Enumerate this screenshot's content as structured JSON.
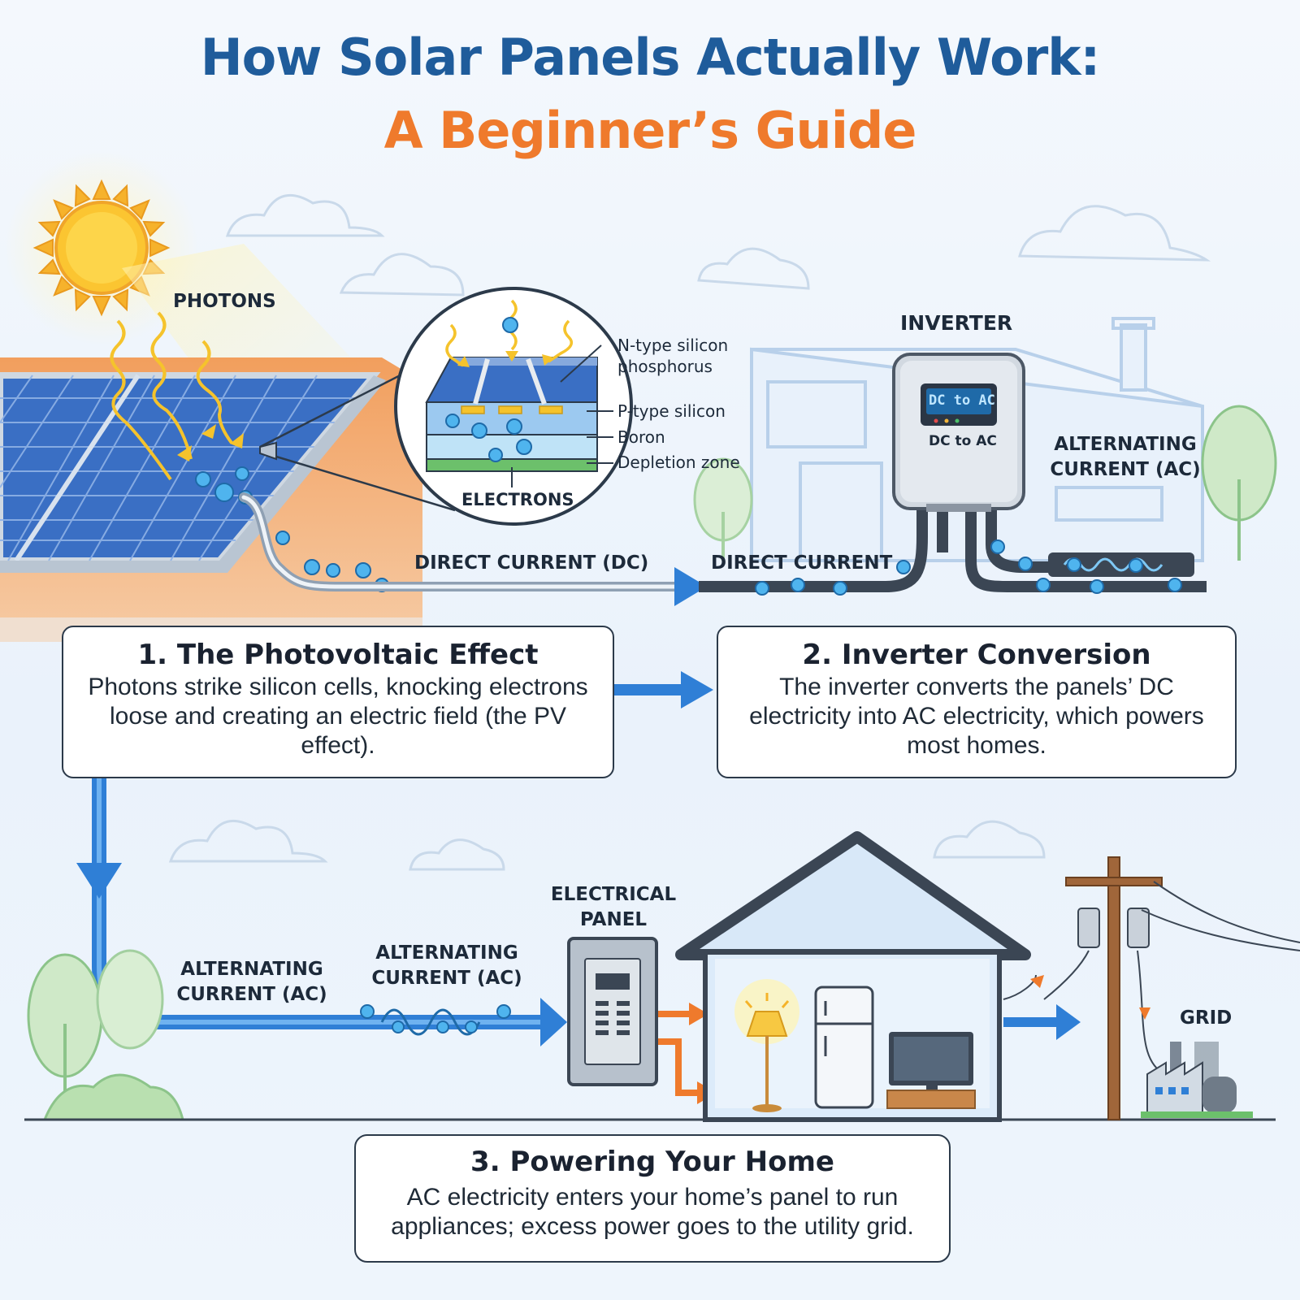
{
  "title": {
    "line1": "How Solar Panels Actually Work:",
    "line2": "A Beginner’s Guide"
  },
  "labels": {
    "photons": "PHOTONS",
    "electrons": "ELECTRONS",
    "ntype": "N-type silicon",
    "phosphorus": "phosphorus",
    "ptype": "P-type silicon",
    "boron": "Boron",
    "depletion": "Depletion zone",
    "inverter": "INVERTER",
    "inverter_display": "DC to AC",
    "inverter_caption": "DC to AC",
    "ac_top_1": "ALTERNATING",
    "ac_top_2": "CURRENT (AC)",
    "dc_label": "DIRECT CURRENT (DC)",
    "dc_short": "DIRECT CURRENT",
    "ac_left_1": "ALTERNATING",
    "ac_left_2": "CURRENT (AC)",
    "ac_mid_1": "ALTERNATING",
    "ac_mid_2": "CURRENT (AC)",
    "panel_1": "ELECTRICAL",
    "panel_2": "PANEL",
    "grid": "GRID"
  },
  "steps": [
    {
      "title": "1. The Photovoltaic Effect",
      "line1": "Photons strike silicon cells, knocking electrons",
      "line2": "loose and creating an electric field (the PV",
      "line3": "effect)."
    },
    {
      "title": "2. Inverter Conversion",
      "line1": "The inverter converts the panels’ DC",
      "line2": "electricity into AC electricity, which powers",
      "line3": "most homes."
    },
    {
      "title": "3. Powering Your Home",
      "line1": "AC electricity enters your home’s panel to run",
      "line2": "appliances; excess power goes to the utility grid."
    }
  ],
  "colors": {
    "title_blue": "#1f5c9b",
    "title_orange": "#ef7a2c",
    "flow_blue": "#2f7fd6",
    "panel_blue": "#3a6fc4",
    "roof_orange": "#f08a3c"
  }
}
